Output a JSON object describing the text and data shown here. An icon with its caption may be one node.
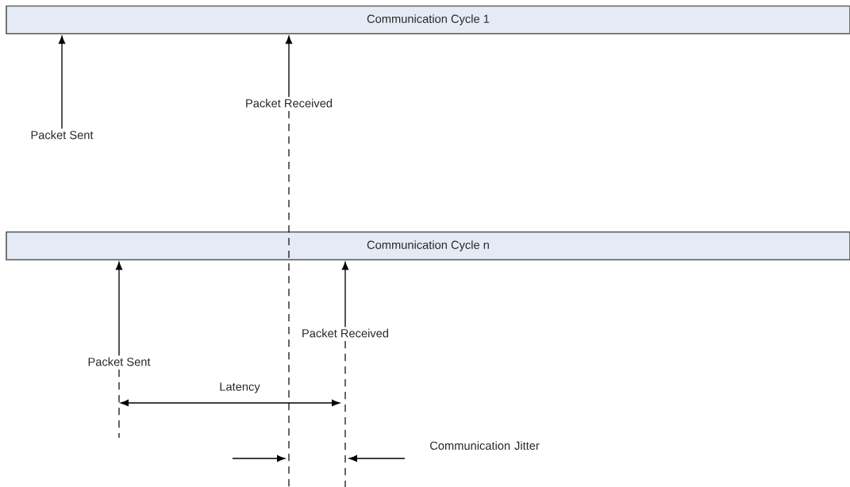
{
  "diagram": {
    "nodes": [
      {
        "text": [
          "Communication Cycle 1"
        ]
      },
      {
        "text": [
          "Communication Cycle n"
        ]
      },
      {
        "text": [
          "Packet Sent"
        ]
      },
      {
        "text": [
          "Packet Received"
        ]
      },
      {
        "text": [
          "Packet Sent"
        ]
      },
      {
        "text": [
          "Packet Received"
        ]
      }
    ],
    "edges": [
      {
        "from": 2,
        "to": 0,
        "arrow": "to"
      },
      {
        "from": 3,
        "to": 0,
        "arrow": "to"
      },
      {
        "from": 4,
        "to": 1,
        "arrow": "to"
      },
      {
        "from": 5,
        "to": 1,
        "arrow": "to"
      }
    ],
    "labels": [
      "Latency",
      "Communication Jitter"
    ]
  }
}
